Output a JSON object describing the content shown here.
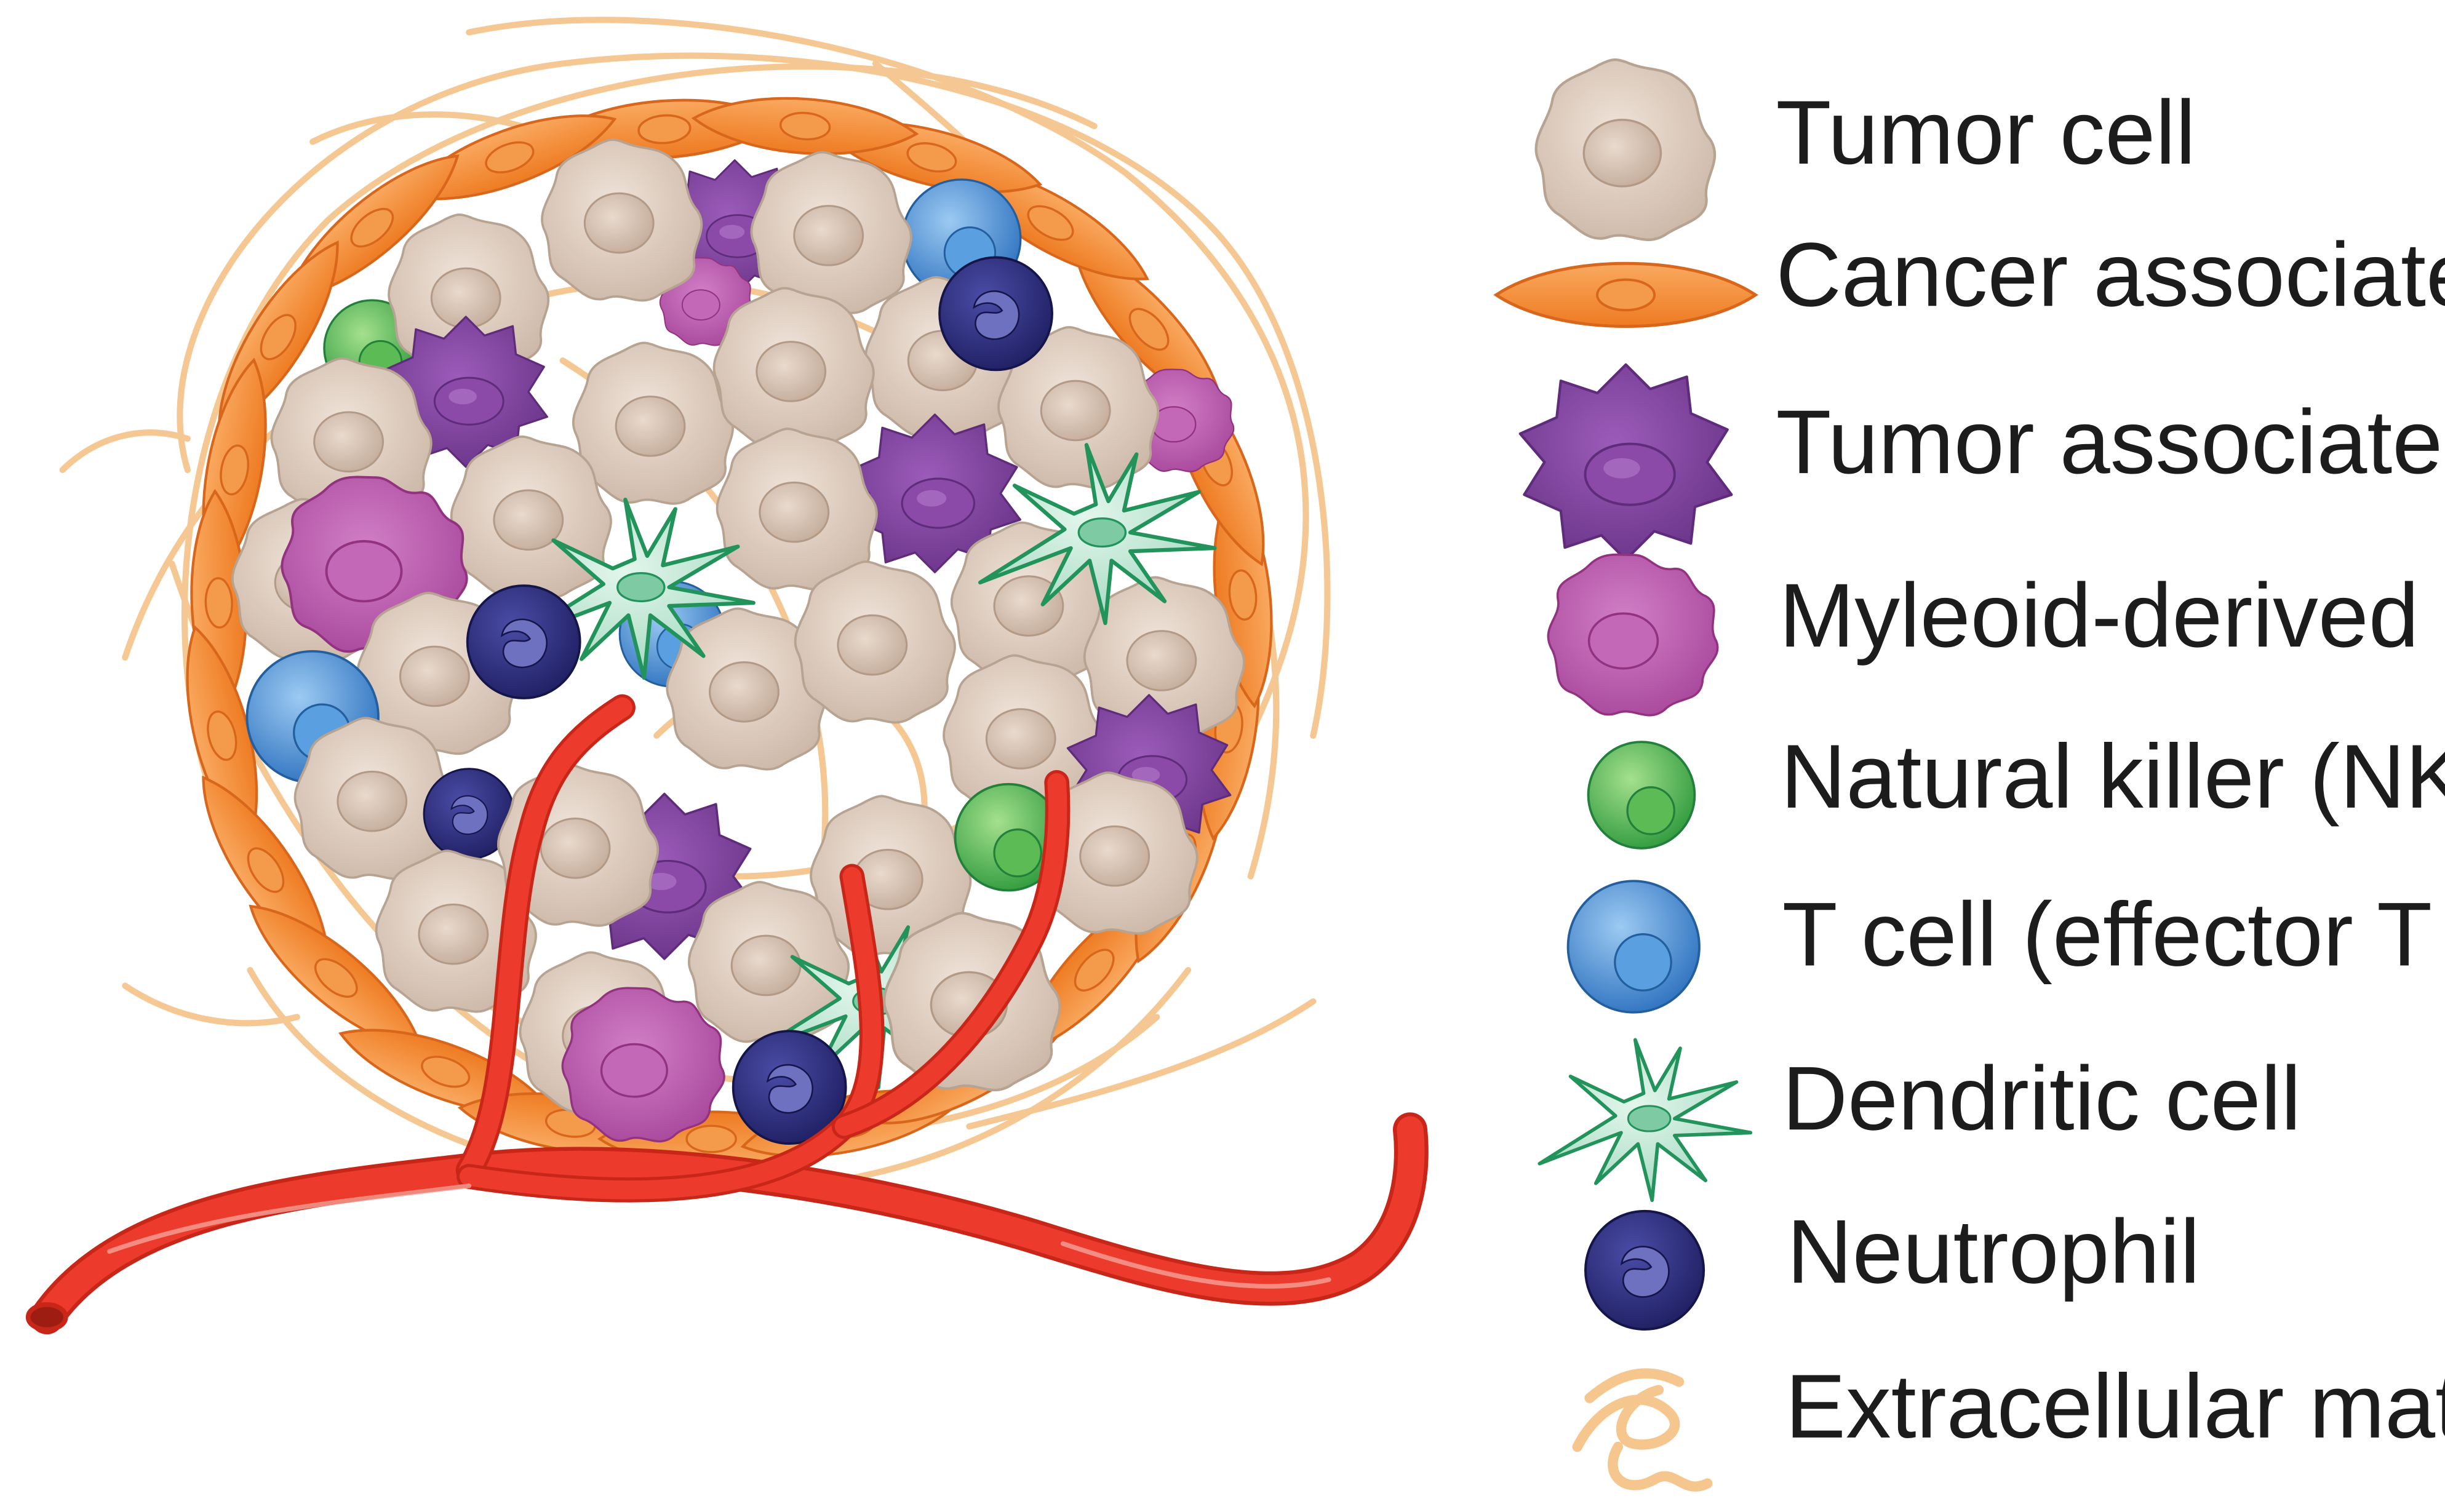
{
  "legend": {
    "items": [
      {
        "key": "tumor",
        "icon": "tumor-cell-icon",
        "label": "Tumor cell",
        "color": "#d8c4b4"
      },
      {
        "key": "caf",
        "icon": "caf-icon",
        "label": "Cancer associated fibroblast (CAF)",
        "color": "#f0822a"
      },
      {
        "key": "tam",
        "icon": "tam-icon",
        "label": "Tumor associated macrophage (TAM)",
        "color": "#7a3f9a"
      },
      {
        "key": "mdsc",
        "icon": "mdsc-icon",
        "label": "Myleoid-derived suppressor cell (MDSC)",
        "color": "#b25aa8"
      },
      {
        "key": "nk",
        "icon": "nk-cell-icon",
        "label": "Natural killer (NK) cell",
        "color": "#3ea84a"
      },
      {
        "key": "tcell",
        "icon": "t-cell-icon",
        "label": "T cell (effector T cells and Treg cells)",
        "color": "#3c86cf"
      },
      {
        "key": "dc",
        "icon": "dendritic-cell-icon",
        "label": "Dendritic cell",
        "color": "#3aa57d"
      },
      {
        "key": "neutrophil",
        "icon": "neutrophil-icon",
        "label": "Neutrophil",
        "color": "#2b2c7c"
      },
      {
        "key": "ecm",
        "icon": "ecm-icon",
        "label": "Extracellular matrix (ECM)",
        "color": "#f5c68e"
      }
    ]
  },
  "colors": {
    "blood_vessel": "#ec3b2c",
    "caf_outline": "#d8661b",
    "tumor_outline": "#b7a392"
  }
}
